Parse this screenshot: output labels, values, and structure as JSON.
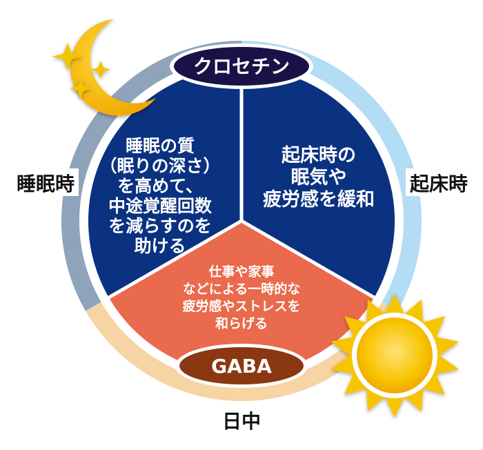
{
  "labels": {
    "sleep_time": "睡眠時",
    "wake_time": "起床時",
    "daytime": "日中"
  },
  "top_pill": "クロセチン",
  "bottom_pill": "GABA",
  "segments": {
    "left": [
      "睡眠の質",
      "（眠りの深さ）",
      "を高めて、",
      "中途覚醒回数",
      "を減らすのを",
      "助ける"
    ],
    "right": [
      "起床時の",
      "眠気や",
      "疲労感を緩和"
    ],
    "bottom": [
      "仕事や家事",
      "などによる一時的な",
      "疲労感やストレスを",
      "和らげる"
    ]
  },
  "colors": {
    "ring_sleep": "#8fa3bb",
    "ring_wake": "#b3dcf5",
    "ring_day": "#f7d4a4",
    "navy": "#0b3280",
    "orange": "#e96a4c",
    "pill_top": "#1a1147",
    "pill_bottom": "#8a3811",
    "moon": "#f6b700",
    "star": "#f2c400",
    "sun": "#f7c400"
  },
  "icons": [
    "moon-icon",
    "star-icon",
    "sun-icon"
  ]
}
